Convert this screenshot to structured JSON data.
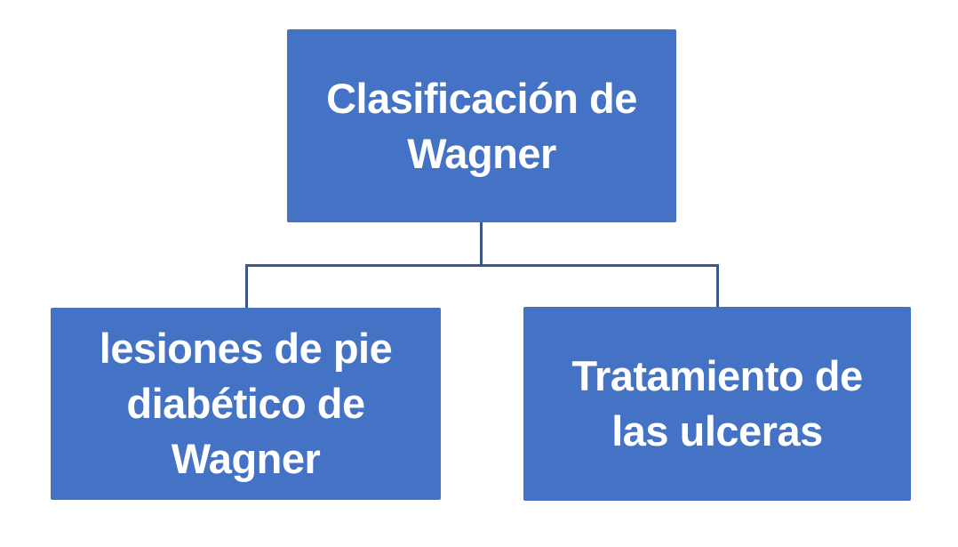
{
  "diagram": {
    "type": "hierarchy",
    "nodes": [
      {
        "id": "root",
        "label": "Clasificación de\nWagner"
      },
      {
        "id": "child-left",
        "label": "lesiones de pie\ndiabético de\nWagner"
      },
      {
        "id": "child-right",
        "label": "Tratamiento de\nlas ulceras"
      }
    ],
    "edges": [
      {
        "from": "root",
        "to": "child-left"
      },
      {
        "from": "root",
        "to": "child-right"
      }
    ],
    "colors": {
      "node_fill": "#4472C4",
      "node_text": "#FFFFFF",
      "connector": "#3A5785",
      "background": "#FFFFFF"
    }
  }
}
